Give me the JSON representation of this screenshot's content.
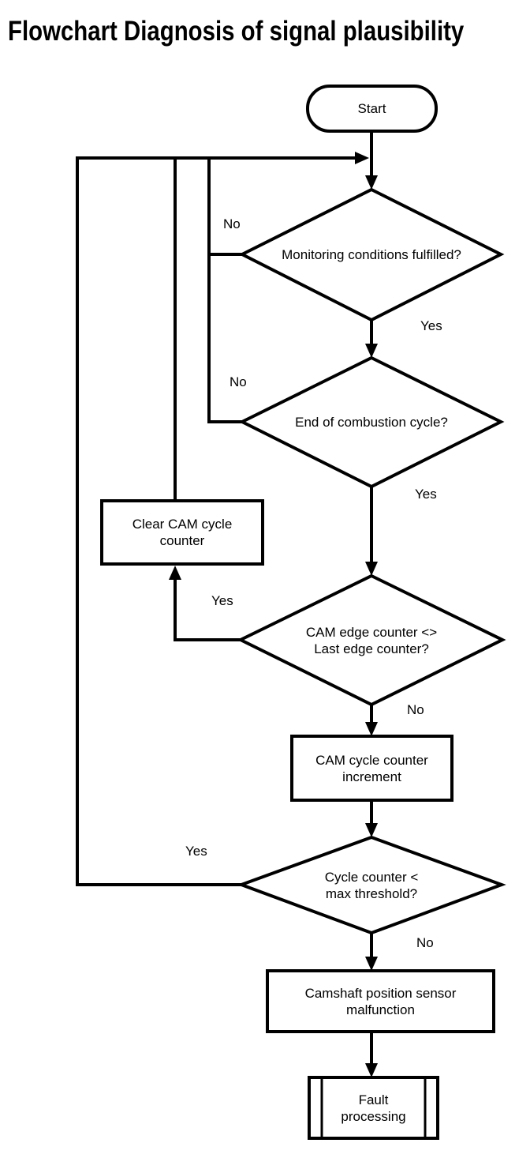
{
  "title": "Flowchart Diagnosis of signal plausibility",
  "colors": {
    "line": "#000000",
    "background": "#ffffff",
    "text": "#000000"
  },
  "nodes": {
    "start": {
      "type": "terminator",
      "lines": [
        "Start"
      ]
    },
    "monitoring": {
      "type": "decision",
      "lines": [
        "Monitoring conditions fulfilled?"
      ]
    },
    "combustion": {
      "type": "decision",
      "lines": [
        "End of combustion cycle?"
      ]
    },
    "clear_counter": {
      "type": "process",
      "lines": [
        "Clear CAM cycle",
        "counter"
      ]
    },
    "edge_compare": {
      "type": "decision",
      "lines": [
        "CAM edge counter <>",
        "Last edge counter?"
      ]
    },
    "increment": {
      "type": "process",
      "lines": [
        "CAM cycle counter",
        "increment"
      ]
    },
    "threshold": {
      "type": "decision",
      "lines": [
        "Cycle counter <",
        "max threshold?"
      ]
    },
    "malfunction": {
      "type": "process",
      "lines": [
        "Camshaft position sensor",
        "malfunction"
      ]
    },
    "fault": {
      "type": "predefined_process",
      "lines": [
        "Fault",
        "processing"
      ]
    }
  },
  "edge_labels": {
    "monitoring_no": "No",
    "monitoring_yes": "Yes",
    "combustion_no": "No",
    "combustion_yes": "Yes",
    "edge_compare_yes": "Yes",
    "edge_compare_no": "No",
    "threshold_yes": "Yes",
    "threshold_no": "No"
  }
}
